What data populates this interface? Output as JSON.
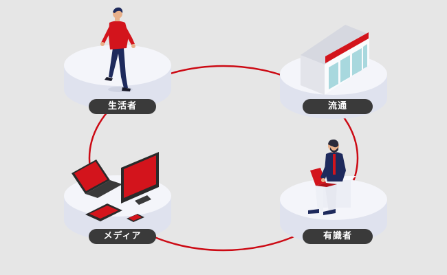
{
  "nodes": {
    "consumer": {
      "label": "生活者",
      "icon": "walking-person-icon"
    },
    "distribution": {
      "label": "流通",
      "icon": "store-building-icon"
    },
    "media": {
      "label": "メディア",
      "icon": "devices-icon"
    },
    "expert": {
      "label": "有識者",
      "icon": "person-with-laptop-icon"
    }
  },
  "colors": {
    "background": "#e6e6e6",
    "connector": "#cc0a14",
    "accent_red": "#d3141c",
    "platform_top": "#f4f5fa",
    "platform_side": "#dfe2ee",
    "label_bg": "#3a3a3a",
    "label_text": "#ffffff",
    "navy": "#1e2a5c"
  }
}
